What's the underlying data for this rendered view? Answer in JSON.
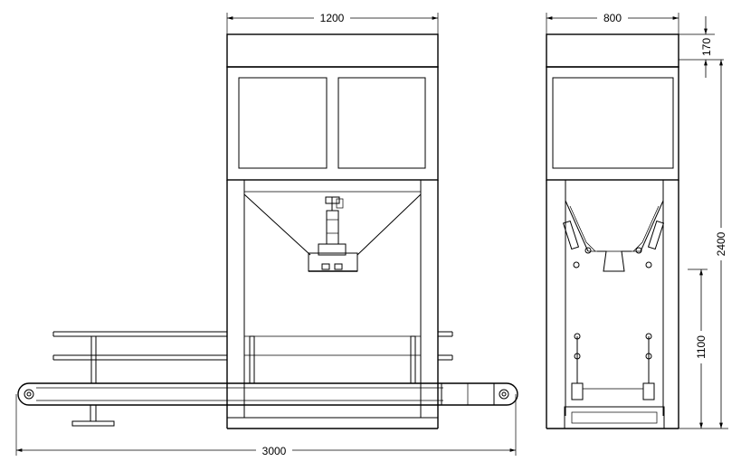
{
  "dimensions": {
    "front_width": "1200",
    "side_width": "800",
    "top_height": "170",
    "total_height": "2400",
    "lower_height": "1100",
    "overall_length": "3000"
  }
}
